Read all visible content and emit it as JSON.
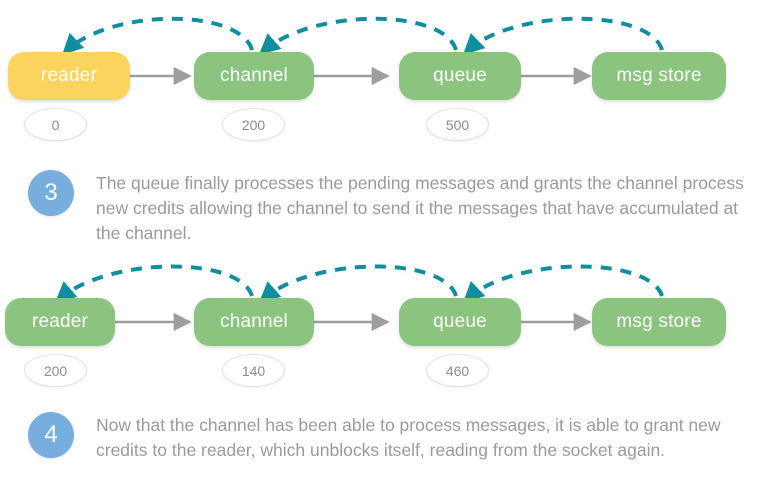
{
  "theme": {
    "background": "#ffffff",
    "node_green": "#8bc47f",
    "node_yellow": "#fbd35f",
    "node_text": "#ffffff",
    "pill_text": "#8d8d8d",
    "pill_border": "#e2e2e2",
    "solid_arrow": "#9e9e9e",
    "dashed_arrow": "#0e8e9e",
    "badge_blue": "#76aede",
    "body_text": "#9b9b9b"
  },
  "diagrams": [
    {
      "name": "stage-3-pipeline",
      "nodes": [
        {
          "label": "reader",
          "color": "yellow",
          "credit": "0"
        },
        {
          "label": "channel",
          "color": "green",
          "credit": "200"
        },
        {
          "label": "queue",
          "color": "green",
          "credit": "500"
        },
        {
          "label": "msg store",
          "color": "green",
          "credit": null
        }
      ]
    },
    {
      "name": "stage-4-pipeline",
      "nodes": [
        {
          "label": "reader",
          "color": "green",
          "credit": "200"
        },
        {
          "label": "channel",
          "color": "green",
          "credit": "140"
        },
        {
          "label": "queue",
          "color": "green",
          "credit": "460"
        },
        {
          "label": "msg store",
          "color": "green",
          "credit": null
        }
      ]
    }
  ],
  "steps": [
    {
      "number": "3",
      "text": "The queue finally processes the pending messages and grants the channel process new credits allowing the channel to send it the messages that have accumulated at the channel."
    },
    {
      "number": "4",
      "text": "Now that the channel has been able to process messages, it is able to grant new credits to the reader, which unblocks itself, reading from the socket again."
    }
  ]
}
